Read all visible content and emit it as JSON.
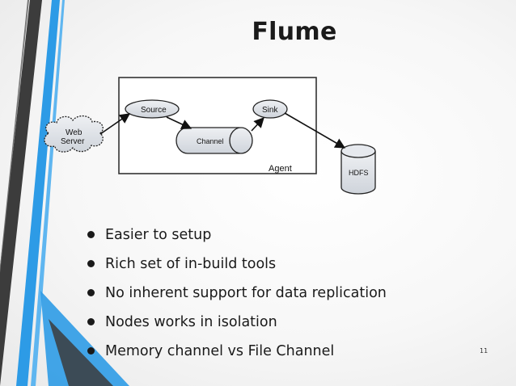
{
  "slide": {
    "title": "Flume",
    "page_number": "11",
    "accent_colors": {
      "dark_stripe": "#3c3c3c",
      "blue_stripe": "#2d9be6",
      "gray_stripe": "#777777"
    }
  },
  "diagram": {
    "agent_label": "Agent",
    "web_server_line1": "Web",
    "web_server_line2": "Server",
    "source_label": "Source",
    "channel_label": "Channel",
    "sink_label": "Sink",
    "hdfs_label": "HDFS",
    "node_fill": "#d9dde3"
  },
  "bullets": [
    "Easier to setup",
    "Rich set of in-build tools",
    "No inherent support for data replication",
    "Nodes works in isolation",
    "Memory channel vs File Channel"
  ]
}
